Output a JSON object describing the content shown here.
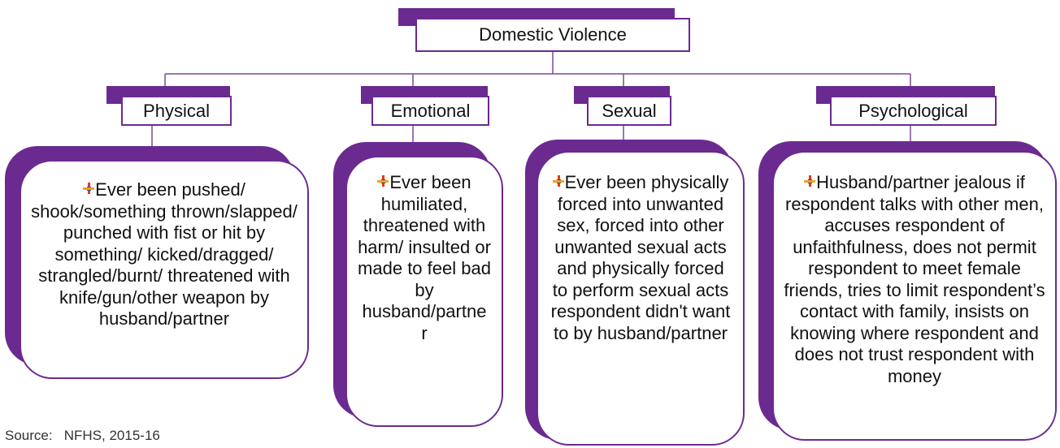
{
  "root": {
    "label": "Domestic Violence"
  },
  "categories": [
    {
      "label": "Physical",
      "text": "Ever been pushed/ shook/something thrown/slapped/ punched with fist or hit by something/ kicked/dragged/ strangled/burnt/ threatened with knife/gun/other weapon by  husband/partner"
    },
    {
      "label": "Emotional",
      "text": "Ever been humiliated, threatened with harm/ insulted or made to feel bad by husband/partne r"
    },
    {
      "label": "Sexual",
      "text": "Ever been physically forced into unwanted sex, forced into other unwanted sexual acts and physically forced to perform sexual acts respondent didn't want to by husband/partner"
    },
    {
      "label": "Psychological",
      "text": "Husband/partner jealous if respondent talks with other men, accuses respondent of unfaithfulness, does not permit respondent to meet female friends, tries to limit respondent’s contact with family, insists on knowing where respondent and does not trust respondent with money"
    }
  ],
  "source": "Source:   NFHS, 2015-16",
  "colors": {
    "accent": "#6b2a8f",
    "connector": "#7a4a9a"
  },
  "icons": {
    "bullet": "bullet-plus-icon"
  }
}
